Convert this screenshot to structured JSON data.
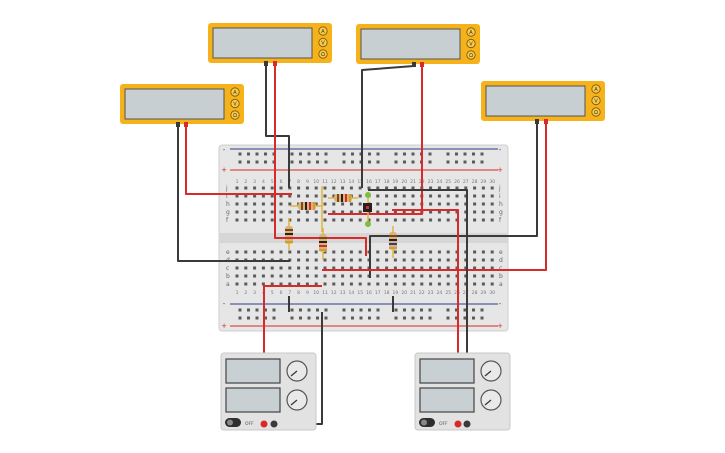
{
  "colors": {
    "meter_body": "#f5b21b",
    "meter_screen": "#c8cfd2",
    "board": "#e6e6e6",
    "positive": "#d82a2a",
    "negative": "#3a3a3a",
    "blue_rail": "#2f3c8c",
    "supply_body": "#e2e2e2",
    "supply_screen": "#c9d0d3",
    "component_leg": "#e3b33b"
  },
  "multimeters": [
    {
      "id": "meter-1",
      "button_labels": [
        "A",
        "V",
        "Ω"
      ]
    },
    {
      "id": "meter-2",
      "button_labels": [
        "A",
        "V",
        "Ω"
      ]
    },
    {
      "id": "meter-3",
      "button_labels": [
        "A",
        "V",
        "Ω"
      ]
    },
    {
      "id": "meter-4",
      "button_labels": [
        "A",
        "V",
        "Ω"
      ]
    }
  ],
  "breadboard": {
    "row_labels_top": [
      "j",
      "i",
      "h",
      "g",
      "f"
    ],
    "row_labels_bottom": [
      "e",
      "d",
      "c",
      "b",
      "a"
    ],
    "rail_minus": "-",
    "rail_plus": "+",
    "column_numbers": [
      "1",
      "2",
      "3",
      "4",
      "5",
      "6",
      "7",
      "8",
      "9",
      "10",
      "11",
      "12",
      "13",
      "14",
      "15",
      "16",
      "17",
      "18",
      "19",
      "20",
      "21",
      "22",
      "23",
      "24",
      "25",
      "26",
      "27",
      "28",
      "29",
      "30"
    ]
  },
  "power_supplies": [
    {
      "id": "supply-left",
      "power_label": "OFF",
      "icon": "power-switch-icon"
    },
    {
      "id": "supply-right",
      "power_label": "OFF",
      "icon": "power-switch-icon"
    }
  ]
}
